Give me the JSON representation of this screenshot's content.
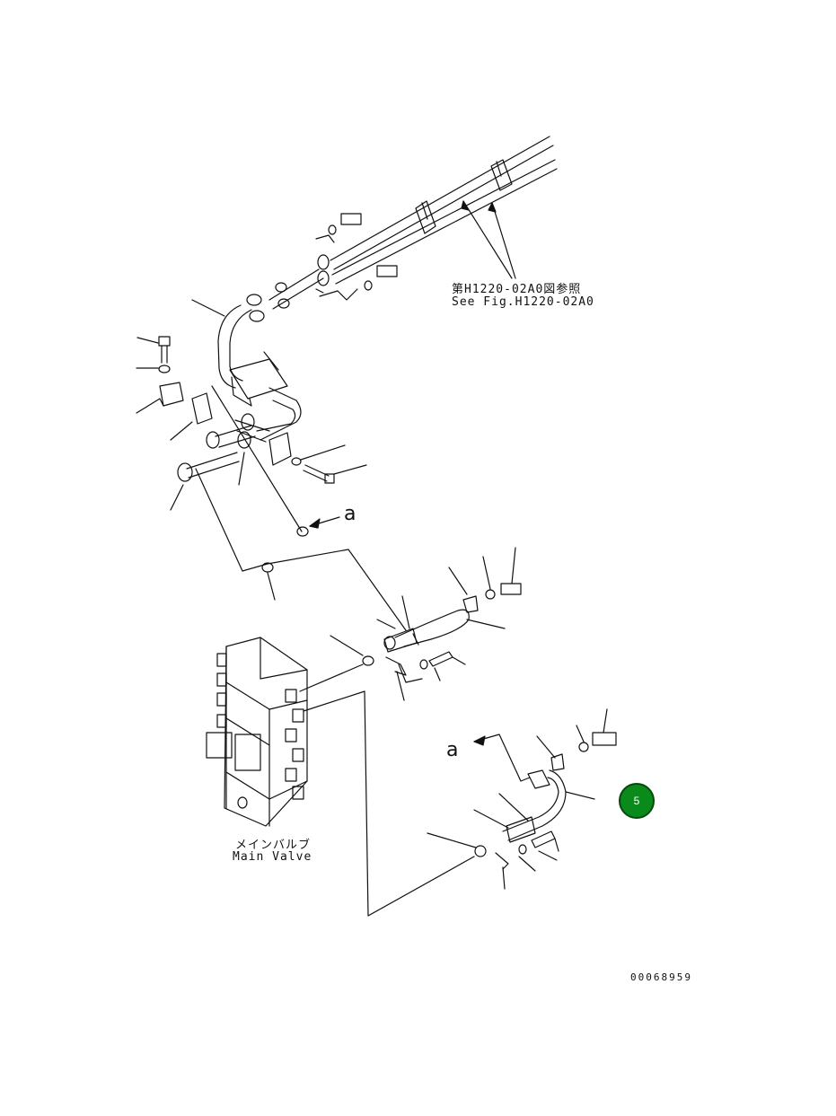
{
  "reference": {
    "japanese": "第H1220-02A0図参照",
    "english": "See Fig.H1220-02A0"
  },
  "main_valve": {
    "japanese": "メインバルブ",
    "english": "Main Valve"
  },
  "view_markers": [
    "a",
    "a"
  ],
  "callout_badge": {
    "label": "5",
    "color": "#0a8a1a"
  },
  "drawing_number": "00068959",
  "colors": {
    "line": "#111111",
    "background": "#ffffff",
    "badge": "#0a8a1a"
  }
}
